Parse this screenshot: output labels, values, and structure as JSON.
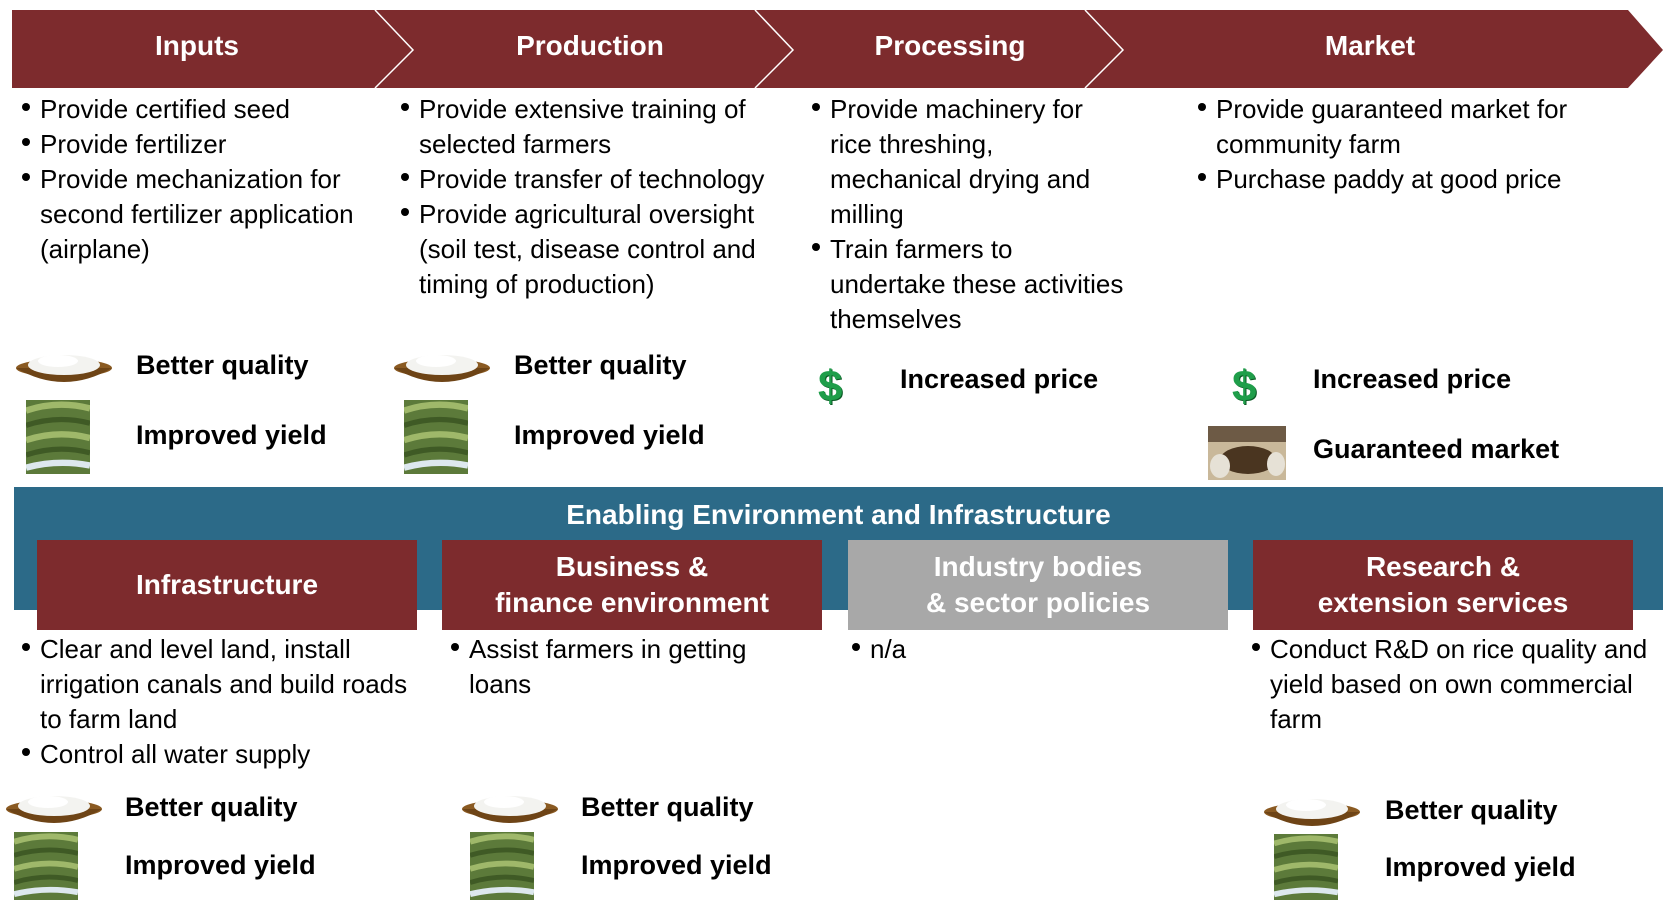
{
  "stages": [
    {
      "label": "Inputs",
      "bullets": [
        "Provide certified seed",
        "Provide fertilizer",
        "Provide mechanization for second fertilizer application (airplane)"
      ]
    },
    {
      "label": "Production",
      "bullets": [
        "Provide extensive  training of selected farmers",
        "Provide transfer of technology",
        "Provide agricultural oversight (soil test, disease control and timing of production)"
      ]
    },
    {
      "label": "Processing",
      "bullets": [
        "Provide machinery for rice threshing, mechanical drying and milling",
        "Train farmers to undertake these activities themselves"
      ]
    },
    {
      "label": "Market",
      "bullets": [
        "Provide guaranteed market for community farm",
        "Purchase paddy at good price"
      ]
    }
  ],
  "outcomes": {
    "better_quality": "Better quality",
    "improved_yield": "Improved yield",
    "increased_price": "Increased price",
    "guaranteed_market": "Guaranteed market"
  },
  "enabling": {
    "title": "Enabling Environment and Infrastructure",
    "boxes": [
      {
        "label": "Infrastructure",
        "bullets": [
          "Clear and level land, install irrigation canals and build roads to farm land",
          "Control all water supply"
        ]
      },
      {
        "label": "Business &\nfinance environment",
        "bullets": [
          "Assist farmers in getting loans"
        ]
      },
      {
        "label": "Industry bodies\n& sector policies",
        "bullets": [
          "n/a"
        ]
      },
      {
        "label": "Research &\nextension services",
        "bullets": [
          "Conduct R&D on rice quality and yield based on own commercial farm"
        ]
      }
    ]
  },
  "colors": {
    "maroon": "#7d2b2d",
    "teal": "#2c6a88",
    "grey": "#a8a8a8",
    "dollar_green": "#1f9e4a"
  },
  "icons": {
    "rice_bowl": "rice-bowl-icon",
    "rice_field": "rice-field-icon",
    "dollar": "dollar-icon",
    "market_bags": "market-sacks-icon"
  }
}
